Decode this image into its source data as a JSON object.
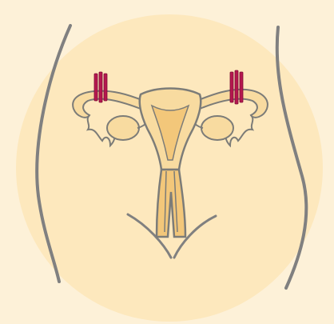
{
  "illustration": {
    "subject": "tubal-ligation",
    "colors": {
      "page_background": "#fdf1d8",
      "halo": "#fde8bd",
      "organ_fill": "#f8dba0",
      "tube_fill": "#f3c77a",
      "outline": "#7c7c78",
      "body_outline": "#808080",
      "clip": "#b5174f",
      "clip_edge": "#7e0f36"
    },
    "clips": [
      {
        "side": "left"
      },
      {
        "side": "right"
      }
    ]
  }
}
